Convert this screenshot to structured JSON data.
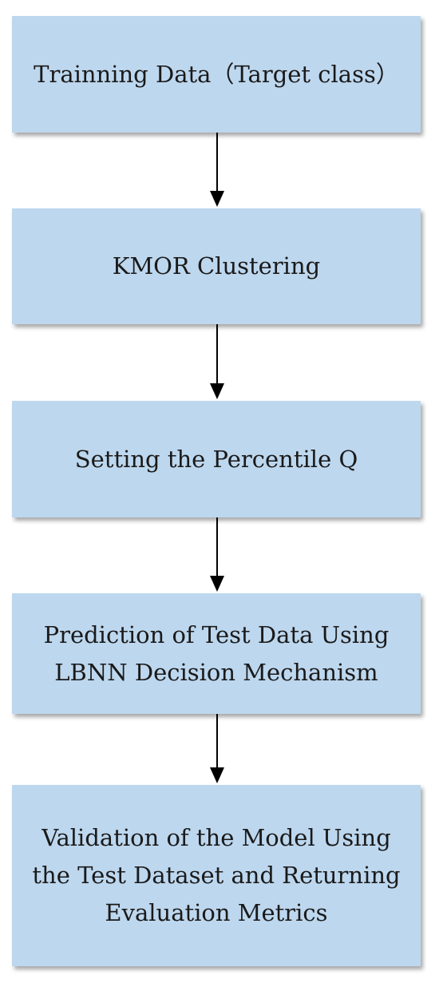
{
  "flowchart": {
    "steps": [
      {
        "label": "Trainning Data（Target class）"
      },
      {
        "label": "KMOR Clustering"
      },
      {
        "label": "Setting the Percentile Q"
      },
      {
        "label": "Prediction of Test Data Using LBNN Decision Mechanism"
      },
      {
        "label": "Validation of the Model Using the Test Dataset and Returning Evaluation Metrics"
      }
    ],
    "colors": {
      "box_fill": "#bdd7ee",
      "arrow": "#000000",
      "text": "#1a1a1a"
    }
  }
}
